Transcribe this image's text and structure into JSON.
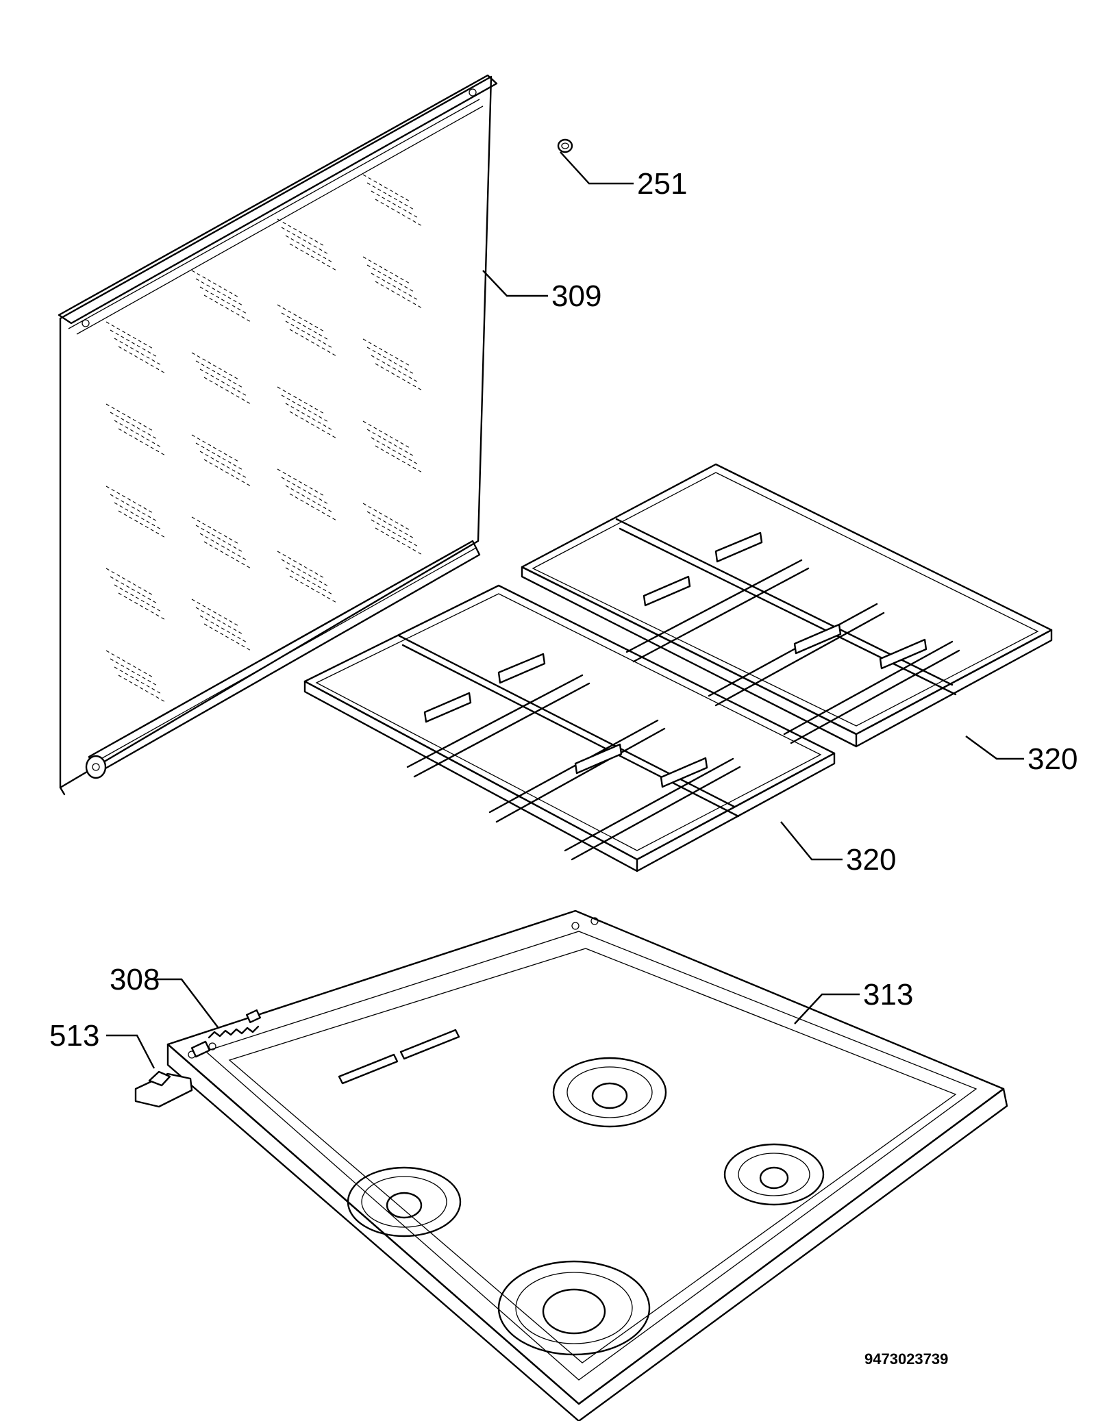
{
  "callouts": {
    "p251": "251",
    "p309": "309",
    "p320a": "320",
    "p320b": "320",
    "p308": "308",
    "p513": "513",
    "p313": "313"
  },
  "reference_number": "9473023739",
  "line_color": "#000000",
  "background_color": "#ffffff"
}
